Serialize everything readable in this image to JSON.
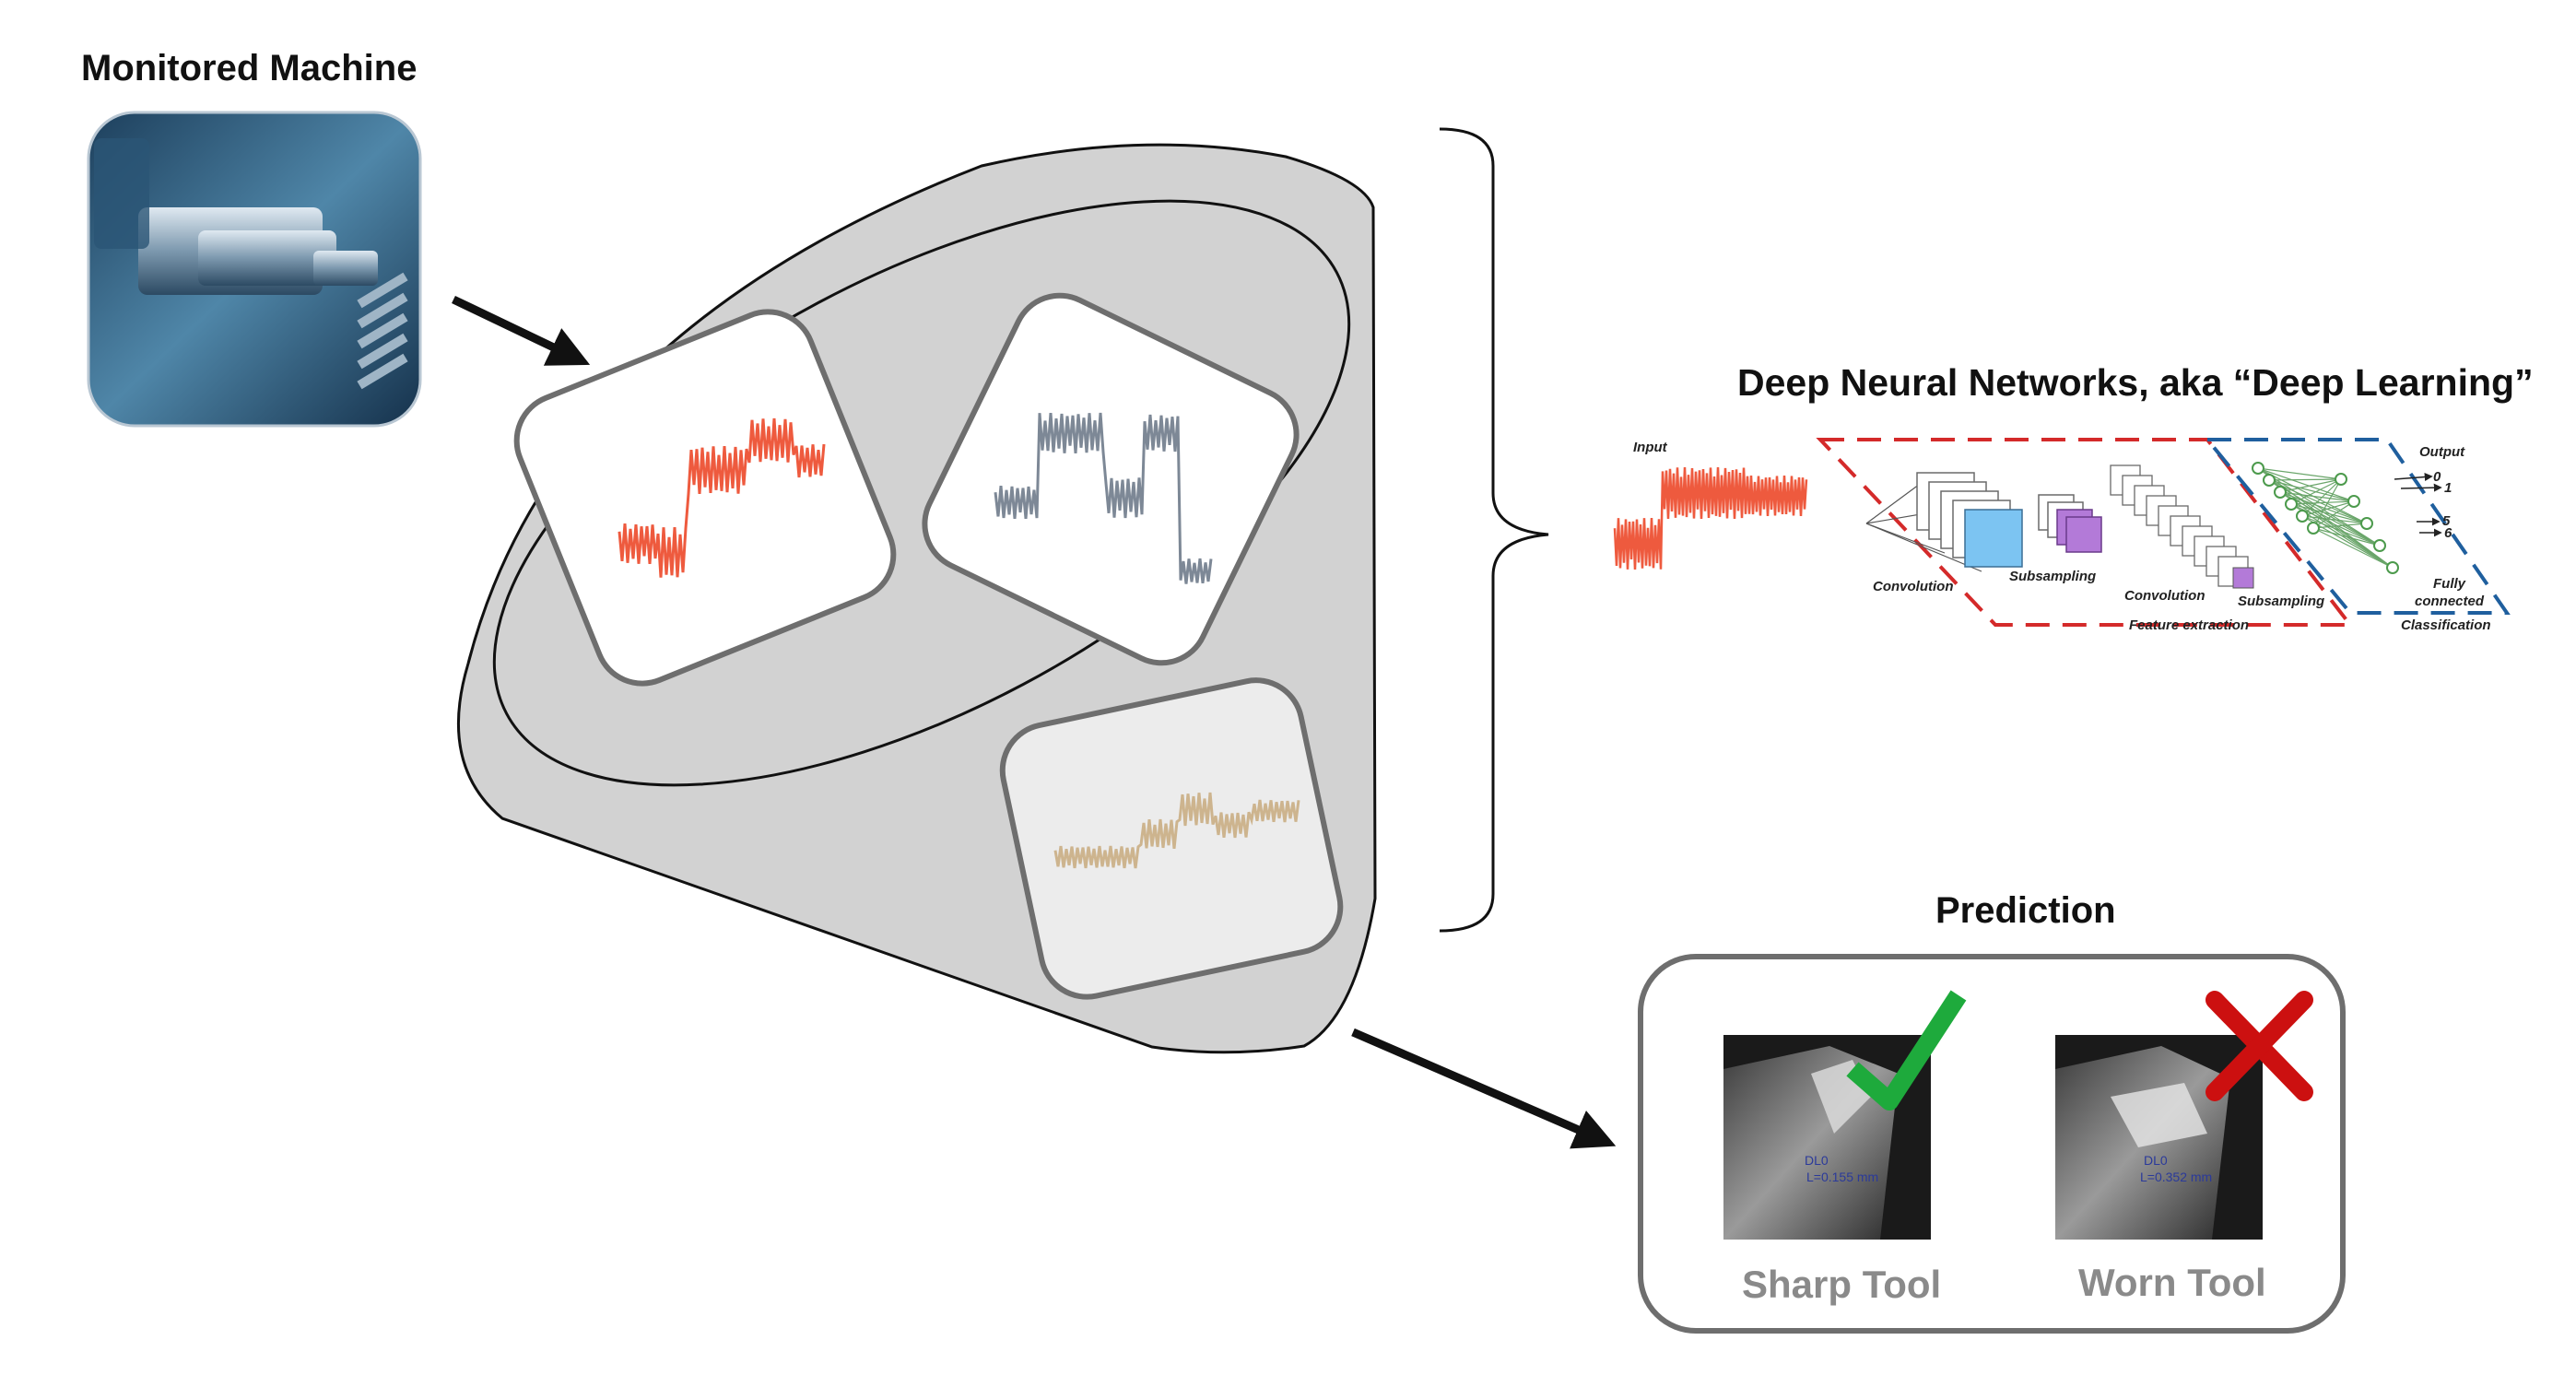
{
  "labels": {
    "machine_title": "Monitored Machine",
    "dnn_title": "Deep Neural Networks, aka “Deep Learning”",
    "prediction_title": "Prediction",
    "sharp_tool": "Sharp Tool",
    "worn_tool": "Worn Tool"
  },
  "cnn": {
    "input": "Input",
    "output": "Output",
    "convolution_1": "Convolution",
    "subsampling_1": "Subsampling",
    "convolution_2": "Convolution",
    "subsampling_2": "Subsampling",
    "fully_connected_1": "Fully",
    "fully_connected_2": "connected",
    "feature_extraction": "Feature extraction",
    "classification": "Classification",
    "out_0": "0",
    "out_1": "1",
    "out_5": "5",
    "out_6": "6"
  },
  "tools": {
    "sharp": {
      "code": "DL0",
      "measure": "L=0.155 mm"
    },
    "worn": {
      "code": "DL0",
      "measure": "L=0.352 mm"
    }
  },
  "colors": {
    "signal_red": "#ee5a3e",
    "signal_gray": "#7d8896",
    "signal_beige": "#cdb48e",
    "cone_fill": "#d2d2d2",
    "check_green": "#1eaa3c",
    "cross_red": "#cc1010",
    "feature_box": "#d42a2a",
    "class_box": "#1f5f9e"
  }
}
